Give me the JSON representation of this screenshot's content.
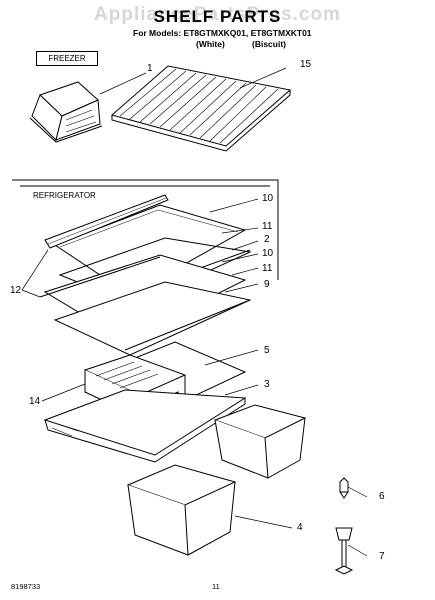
{
  "header": {
    "watermark": "AppliancePartsPros.com",
    "title": "SHELF PARTS",
    "models_line": "For Models: ET8GTMXKQ01, ET8GTMXKT01",
    "variant_left": "(White)",
    "variant_right": "(Biscuit)"
  },
  "sections": {
    "freezer": "FREEZER",
    "refrigerator": "REFRIGERATOR"
  },
  "callouts": [
    "1",
    "15",
    "10",
    "11",
    "2",
    "10",
    "11",
    "9",
    "12",
    "5",
    "3",
    "14",
    "6",
    "4",
    "7"
  ],
  "footer": {
    "doc_number": "8198733",
    "page_number": "11"
  }
}
